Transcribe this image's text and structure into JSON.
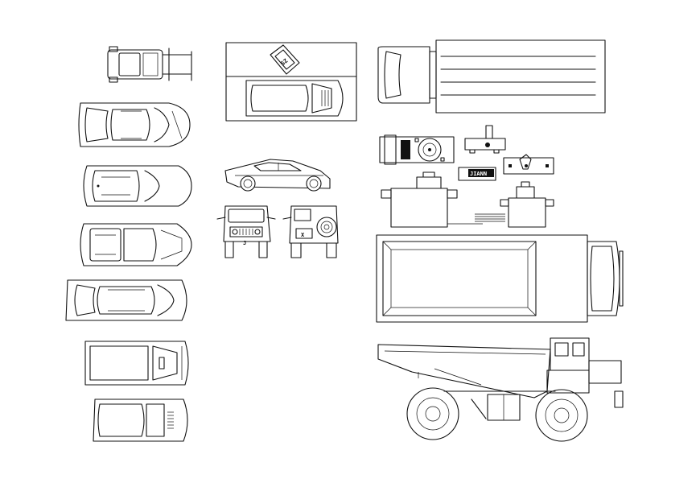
{
  "drawing": {
    "background": "#ffffff",
    "line_color": "#111111"
  },
  "labels": {
    "servo_logo": "JIANN",
    "plate_left": "J",
    "plate_right": "X"
  }
}
